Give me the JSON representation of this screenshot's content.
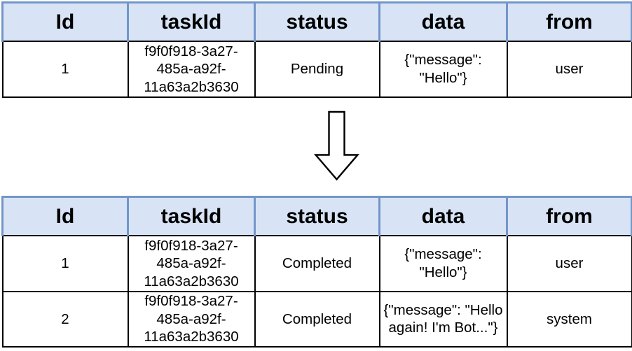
{
  "colors": {
    "background": "#ffffff",
    "header_fill": "#d8e4f6",
    "header_border": "#7396c8",
    "body_border": "#000000",
    "arrow_stroke": "#000000",
    "arrow_fill": "#ffffff",
    "text": "#000000"
  },
  "columns": [
    "Id",
    "taskId",
    "status",
    "data",
    "from"
  ],
  "before": {
    "rows": [
      [
        "1",
        "f9f0f918-3a27-485a-a92f-11a63a2b3630",
        "Pending",
        "{\"message\": \"Hello\"}",
        "user"
      ]
    ]
  },
  "after": {
    "rows": [
      [
        "1",
        "f9f0f918-3a27-485a-a92f-11a63a2b3630",
        "Completed",
        "{\"message\": \"Hello\"}",
        "user"
      ],
      [
        "2",
        "f9f0f918-3a27-485a-a92f-11a63a2b3630",
        "Completed",
        "{\"message\": \"Hello again! I'm Bot...\"}",
        "system"
      ]
    ]
  },
  "icons": {
    "arrow": "down-arrow"
  }
}
